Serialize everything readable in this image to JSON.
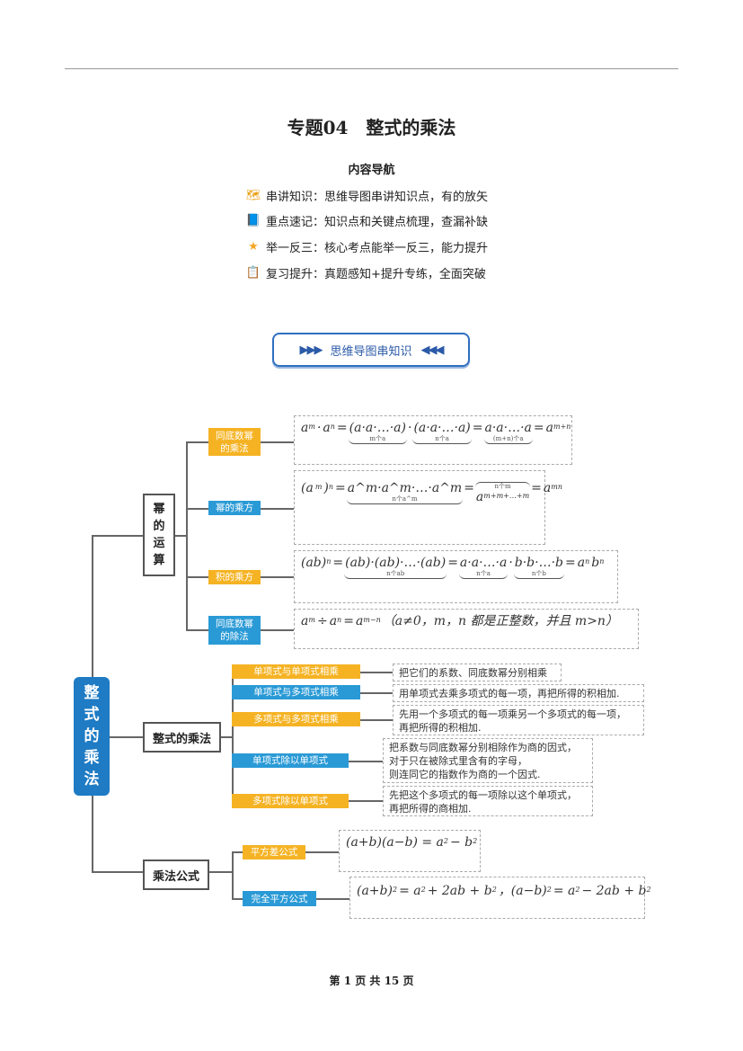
{
  "title": "专题04　整式的乘法",
  "nav_heading": "内容导航",
  "nav_items": [
    {
      "icon": "map-icon",
      "label": "串讲知识：思维导图串讲知识点，有的放矢"
    },
    {
      "icon": "book-icon",
      "label": "重点速记：知识点和关键点梳理，查漏补缺"
    },
    {
      "icon": "star-icon",
      "label": "举一反三：核心考点能举一反三，能力提升"
    },
    {
      "icon": "clipboard-icon",
      "label": "复习提升：真题感知+提升专练，全面突破"
    }
  ],
  "banner": {
    "left": "▶▶▶",
    "text": "思维导图串知识",
    "right": "◀◀◀"
  },
  "mindmap": {
    "root": [
      "整",
      "式",
      "的",
      "乘",
      "法"
    ],
    "branch1": [
      "幂",
      "的",
      "运",
      "算"
    ],
    "branch2": "整式的乘法",
    "branch3": "乘法公式",
    "b1_labels": [
      "同底数幂的乘法",
      "幂的乘方",
      "积的乘方",
      "同底数幂的除法"
    ],
    "b2_labels": [
      "单项式与单项式相乘",
      "单项式与多项式相乘",
      "多项式与多项式相乘",
      "单项式除以单项式",
      "多项式除以单项式"
    ],
    "b2_texts": [
      "把它们的系数、同底数幂分别相乘",
      "用单项式去乘多项式的每一项，再把所得的积相加.",
      "先用一个多项式的每一项乘另一个多项式的每一项，\n再把所得的积相加.",
      "把系数与同底数幂分别相除作为商的因式，\n对于只在被除式里含有的字母，\n则连同它的指数作为商的一个因式.",
      "先把这个多项式的每一项除以这个单项式，\n再把所得的商相加."
    ],
    "b3_labels": [
      "平方差公式",
      "完全平方公式"
    ],
    "formulas": [
      [
        [
          "a",
          "m"
        ],
        [
          "·"
        ],
        [
          "a",
          "n"
        ],
        [
          "="
        ],
        [
          "(a·a·…·a)",
          "",
          "m个a"
        ],
        [
          "·"
        ],
        [
          "(a·a·…·a)",
          "",
          "n个a"
        ],
        [
          "="
        ],
        [
          "a·a·…·a",
          "",
          "(m+n)个a"
        ],
        [
          "="
        ],
        [
          "a",
          "m+n"
        ]
      ],
      [
        [
          "(a"
        ],
        [
          "",
          "m"
        ],
        [
          ")",
          "n"
        ],
        [
          "="
        ],
        [
          "a^m·a^m·…·a^m",
          "",
          "n个a^m"
        ],
        [
          "="
        ],
        [
          "a",
          "m+m+…+m",
          "",
          "n个m"
        ],
        [
          "="
        ],
        [
          "a",
          "mn"
        ]
      ],
      [
        [
          "(ab)",
          "n"
        ],
        [
          "="
        ],
        [
          "(ab)·(ab)·…·(ab)",
          "",
          "n个ab"
        ],
        [
          "="
        ],
        [
          "a·a·…·a",
          "",
          "n个a"
        ],
        [
          "·"
        ],
        [
          "b·b·…·b",
          "",
          "n个b"
        ],
        [
          "="
        ],
        [
          "a",
          "n"
        ],
        [
          "b",
          "n"
        ]
      ],
      [
        [
          "a",
          "m"
        ],
        [
          "÷"
        ],
        [
          "a",
          "n"
        ],
        [
          "="
        ],
        [
          "a",
          "m−n"
        ],
        [
          "（a≠0，m，n 都是正整数，并且 m>n）"
        ]
      ],
      [
        [
          "(a+b)(a−b) = a",
          "2"
        ],
        [
          "− b",
          "2"
        ]
      ],
      [
        [
          "(a+b)",
          "2"
        ],
        [
          "= a",
          "2"
        ],
        [
          "+ 2ab + b",
          "2"
        ],
        [
          "，(a−b)",
          "2"
        ],
        [
          "= a",
          "2"
        ],
        [
          "− 2ab + b",
          "2"
        ]
      ]
    ]
  },
  "footer": "第 1 页 共 15 页"
}
